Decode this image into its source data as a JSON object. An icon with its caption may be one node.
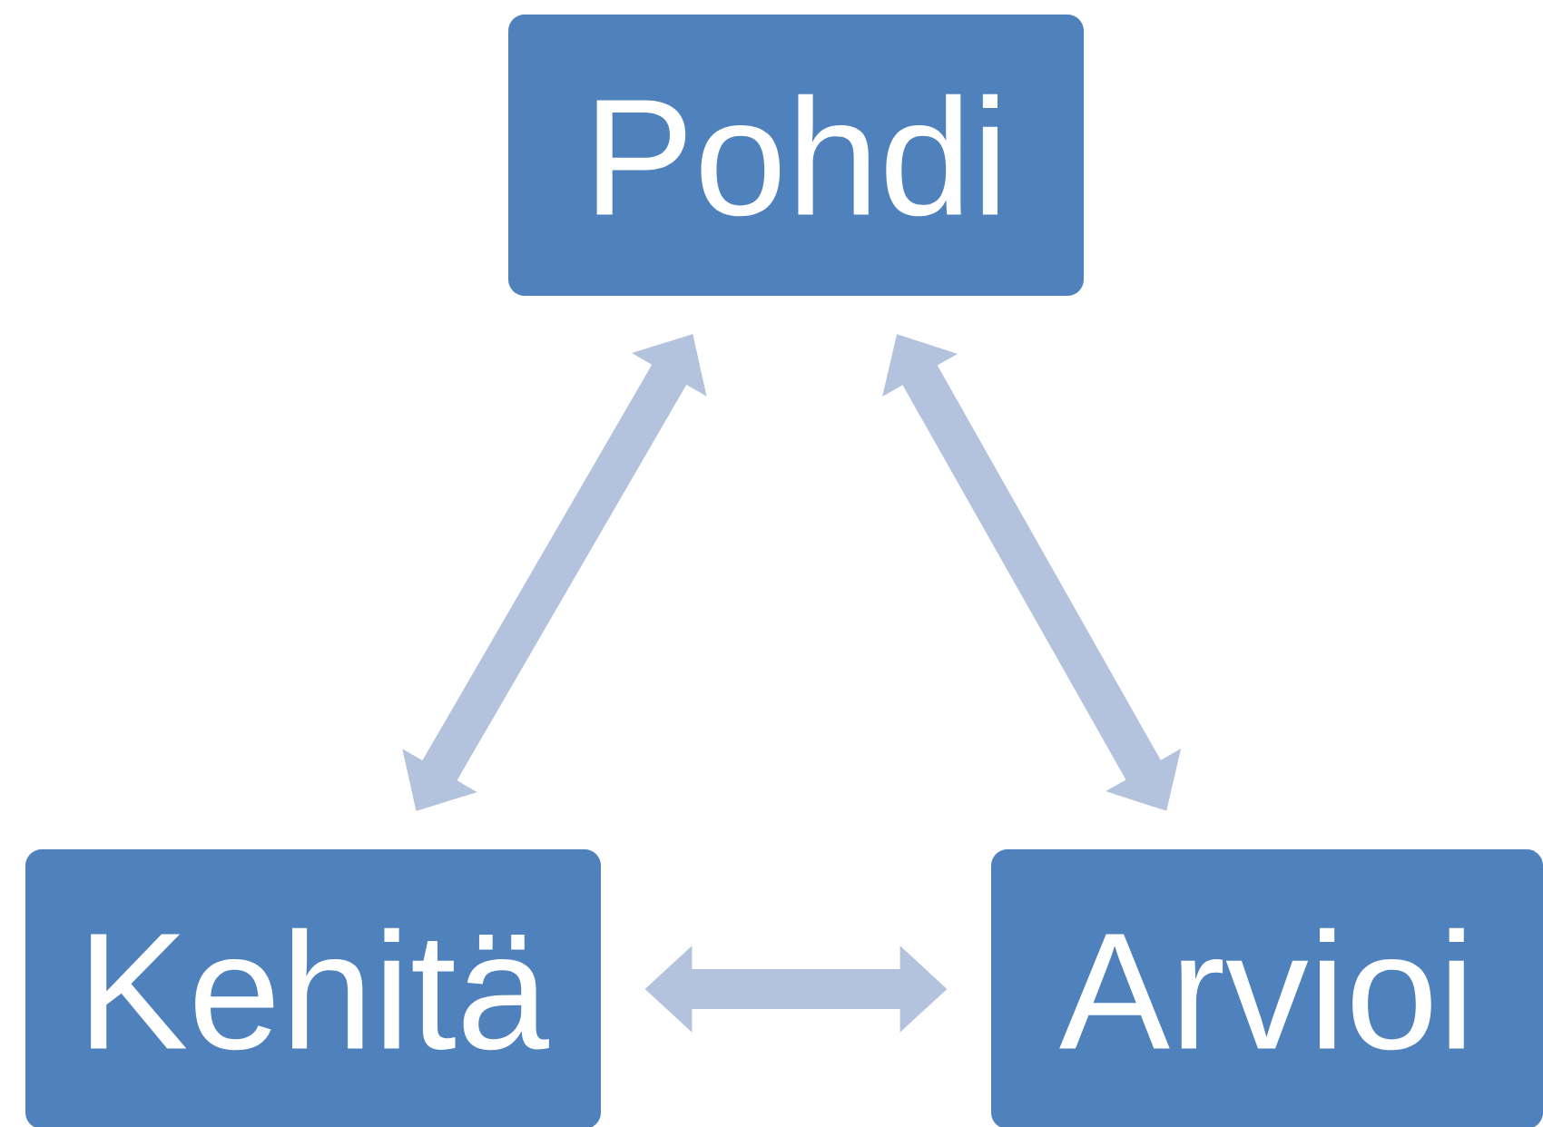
{
  "diagram": {
    "nodes": [
      {
        "text": [
          "Pohdi"
        ]
      },
      {
        "text": [
          "Kehitä"
        ]
      },
      {
        "text": [
          "Arvioi"
        ]
      }
    ],
    "edges": [
      {
        "from": 0,
        "to": 1,
        "arrow": "both"
      },
      {
        "from": 0,
        "to": 2,
        "arrow": "both"
      },
      {
        "from": 1,
        "to": 2,
        "arrow": "both"
      }
    ]
  }
}
